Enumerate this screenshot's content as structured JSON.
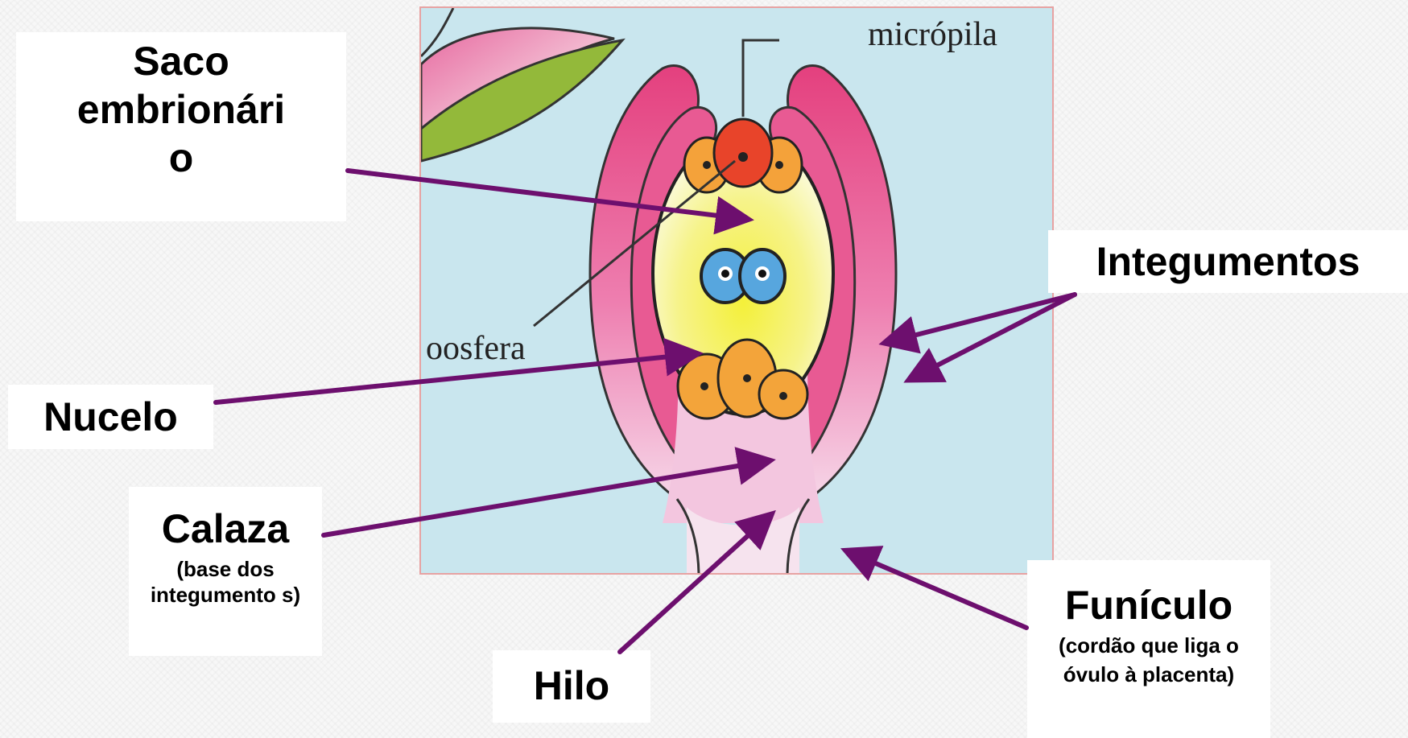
{
  "figure": {
    "micropila": "micrópila",
    "oosfera": "oosfera"
  },
  "labels": {
    "saco": "Saco embrionári o",
    "nucelo": "Nucelo",
    "calaza_title": "Calaza",
    "calaza_note": "(base dos integumento s)",
    "hilo": "Hilo",
    "integumentos": "Integumentos",
    "funiculo_title": "Funículo",
    "funiculo_note": "(cordão que liga o óvulo à placenta)"
  },
  "colors": {
    "arrow": "#6d0f6e",
    "background_figure": "#c9e6ee",
    "integument": "#e64b86",
    "sac": "#f3ee6c"
  }
}
